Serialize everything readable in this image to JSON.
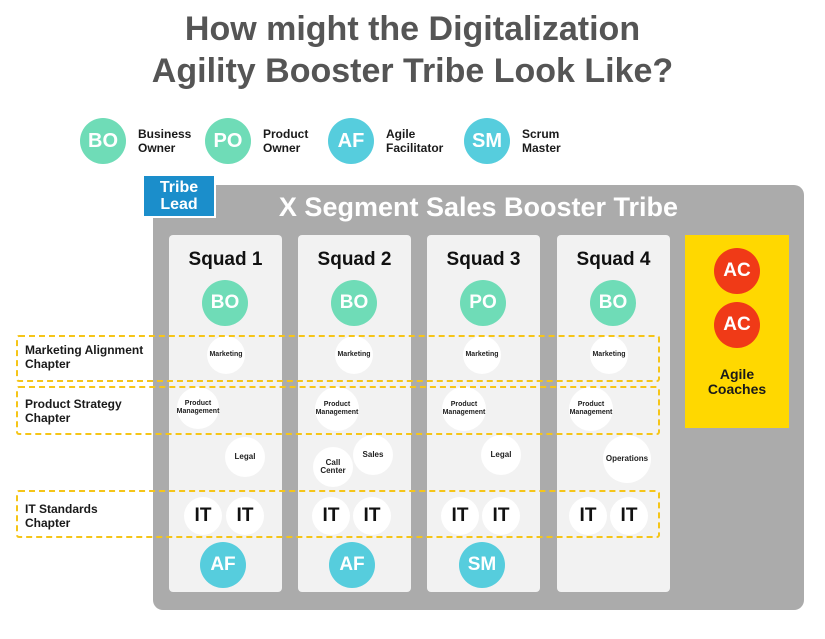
{
  "title": "How might  the Digitalization\nAgility Booster Tribe Look Like?",
  "colors": {
    "bo": "#6fdcb7",
    "po": "#6fdcb7",
    "af": "#56cddd",
    "sm": "#56cddd",
    "ac": "#f03a17",
    "tribe_bg": "#ababab",
    "lead_bg": "#1b8ecb",
    "coach_bg": "#ffd800",
    "chapter_border": "#f5c518"
  },
  "legend": [
    {
      "abbr": "BO",
      "label": "Business\nOwner"
    },
    {
      "abbr": "PO",
      "label": "Product\nOwner"
    },
    {
      "abbr": "AF",
      "label": "Agile\nFacilitator"
    },
    {
      "abbr": "SM",
      "label": "Scrum\nMaster"
    }
  ],
  "tribe": {
    "title": "X Segment Sales Booster Tribe",
    "lead": "Tribe\nLead"
  },
  "squads": [
    {
      "name": "Squad 1",
      "owner": "BO",
      "marketing": "Marketing",
      "product": "Product\nManagement",
      "extra": [
        "Legal"
      ],
      "it": [
        "IT",
        "IT"
      ],
      "facilitator": "AF"
    },
    {
      "name": "Squad 2",
      "owner": "BO",
      "marketing": "Marketing",
      "product": "Product\nManagement",
      "extra": [
        "Call\nCenter",
        "Sales"
      ],
      "it": [
        "IT",
        "IT"
      ],
      "facilitator": "AF"
    },
    {
      "name": "Squad 3",
      "owner": "PO",
      "marketing": "Marketing",
      "product": "Product\nManagement",
      "extra": [
        "Legal"
      ],
      "it": [
        "IT",
        "IT"
      ],
      "facilitator": "SM"
    },
    {
      "name": "Squad 4",
      "owner": "BO",
      "marketing": "Marketing",
      "product": "Product\nManagement",
      "extra": [
        "Operations"
      ],
      "it": [
        "IT",
        "IT"
      ],
      "facilitator": ""
    }
  ],
  "coaches": {
    "members": [
      "AC",
      "AC"
    ],
    "label": "Agile\nCoaches"
  },
  "chapters": [
    {
      "label": "Marketing Alignment\nChapter"
    },
    {
      "label": "Product Strategy\nChapter"
    },
    {
      "label": "IT Standards\nChapter"
    }
  ]
}
